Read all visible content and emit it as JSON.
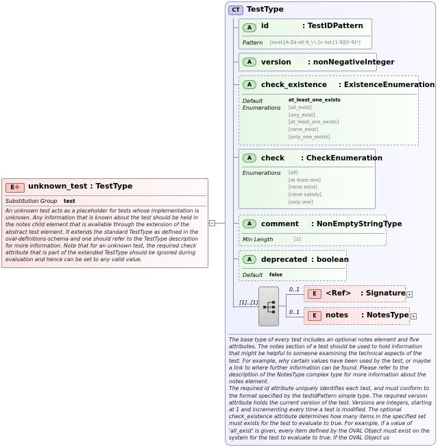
{
  "element": {
    "badge": "E",
    "title": "unknown_test : TestType",
    "substitution_label": "Substitution Group",
    "substitution_value": "test",
    "documentation": "An unknown test acts as a placeholder for tests whose implementation is unknown. Any information that is known about the test should be held in the notes child element that is available through the extension of the abstract test element. It extends the standard TestType as defined in the oval-definitions-schema and one should refer to the TestType description for more information. Note that for an unknown test, the required check attribute that is part of the extended TestType should be ignored during evaluation and hence can be set to any valid value."
  },
  "complex_type": {
    "badge": "CT",
    "title": "TestType",
    "documentation": [
      "The base type of every test includes an optional notes element and five attributes. The notes section of a test should be used to hold information that might be helpful to someone examining the technical aspects of the test. For example, why certain values have been used by the test, or maybe a link to where further information can be found. Please refer to the description of the NotesType complex type for more information about the notes element.",
      "The required id attribute uniquely identifies each test, and must conform to the format specified by the testidPattern simple type. The required version attribute holds the current version of the test. Versions are integers, starting at 1 and incrementing every time a test is modified.  The optional check_existence attribute determines how many items in the specified set must exists for the test to evaluate to true.  For example, if a value of 'all_exist' is given, every item defined by the OVAL Object must exist on the system for the test to evaluate to true.  If the OVAL Object us"
    ]
  },
  "attributes": {
    "id": {
      "badge": "A",
      "name": "id",
      "type": ": TestIDPattern",
      "pattern_label": "Pattern",
      "pattern_value": "[oval:[A-Za-z0-9_\\-\\.]+:tst:[1-9][0-9]*]"
    },
    "version": {
      "badge": "A",
      "name": "version",
      "type": ": nonNegativeInteger"
    },
    "check_existence": {
      "badge": "A",
      "name": "check_existence",
      "type": ": ExistenceEnumeration",
      "default_label": "Default",
      "default_value": "at_least_one_exists",
      "enum_label": "Enumerations",
      "enums": [
        "[all_exist]",
        "[any_exist]",
        "[at_least_one_exists]",
        "[none_exist]",
        "[only_one_exists]"
      ]
    },
    "check": {
      "badge": "A",
      "name": "check",
      "type": ": CheckEnumeration",
      "enum_label": "Enumerations",
      "enums": [
        "[all]",
        "[at least one]",
        "[none exist]",
        "[none satisfy]",
        "[only one]"
      ]
    },
    "comment": {
      "badge": "A",
      "name": "comment",
      "type": ": NonEmptyStringType",
      "minlen_label": "Min Length",
      "minlen_value": "[1]"
    },
    "deprecated": {
      "badge": "A",
      "name": "deprecated",
      "type": ": boolean",
      "default_label": "Default",
      "default_value": "false"
    }
  },
  "sequence": {
    "cardinality": "[1]..[1]"
  },
  "children": {
    "signature": {
      "badge": "E",
      "name": "<Ref>",
      "type": ": Signature",
      "cardinality": "0..1",
      "expander": "+"
    },
    "notes": {
      "badge": "E",
      "name": "notes",
      "type": ": NotesType",
      "cardinality": "0..1",
      "expander": "+"
    }
  },
  "collapse_toggle": "−"
}
